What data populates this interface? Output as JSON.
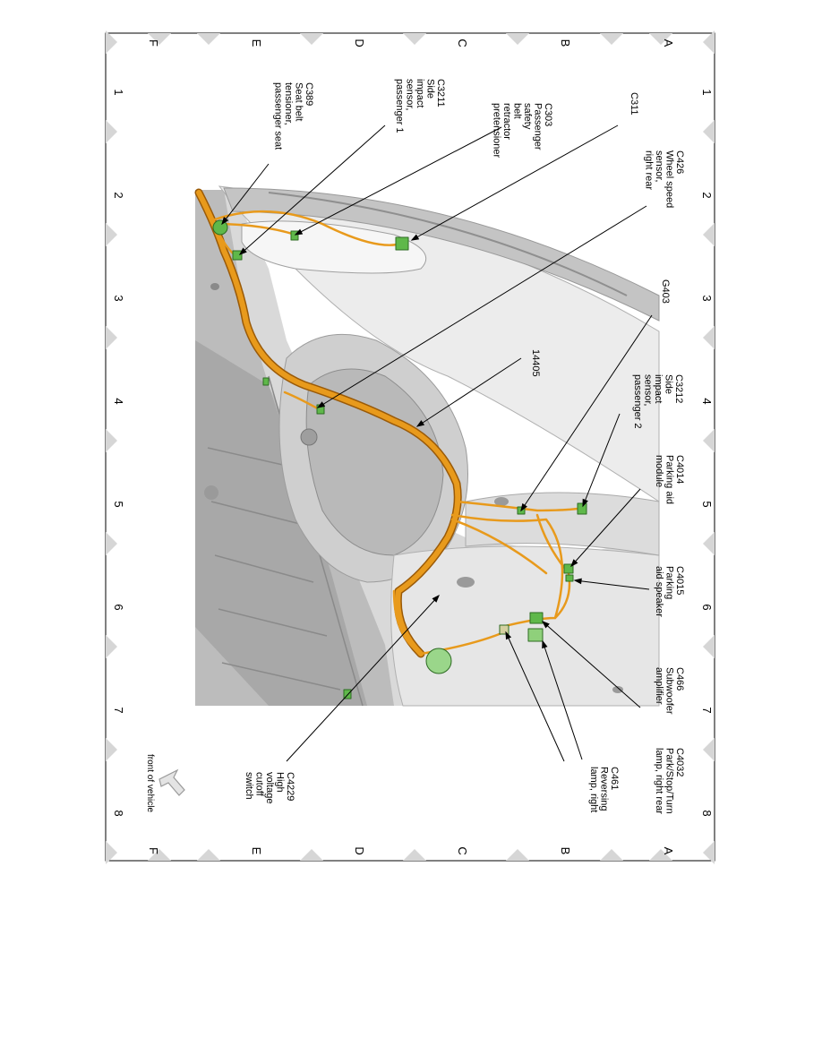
{
  "grid": {
    "letters": [
      "A",
      "B",
      "C",
      "D",
      "E",
      "F"
    ],
    "numbers": [
      "1",
      "2",
      "3",
      "4",
      "5",
      "6",
      "7",
      "8"
    ]
  },
  "components": [
    {
      "id": "c311",
      "lines": [
        "C311"
      ]
    },
    {
      "id": "c426",
      "lines": [
        "C426",
        "Wheel speed",
        "sensor,",
        "right rear"
      ]
    },
    {
      "id": "c303",
      "lines": [
        "C303",
        "Passenger",
        "safety",
        "belt",
        "retractor",
        "pretensioner"
      ]
    },
    {
      "id": "c3211",
      "lines": [
        "C3211",
        "Side",
        "impact",
        "sensor,",
        "passenger 1"
      ]
    },
    {
      "id": "c389",
      "lines": [
        "C389",
        "Seat belt",
        "tensioner,",
        "passenger seat"
      ]
    },
    {
      "id": "g403",
      "lines": [
        "G403"
      ]
    },
    {
      "id": "h14405",
      "lines": [
        "14405"
      ]
    },
    {
      "id": "c3212",
      "lines": [
        "C3212",
        "Side",
        "impact",
        "sensor,",
        "passenger 2"
      ]
    },
    {
      "id": "c4014",
      "lines": [
        "C4014",
        "Parking aid",
        "module"
      ]
    },
    {
      "id": "c4015",
      "lines": [
        "C4015",
        "Parking",
        "aid speaker"
      ]
    },
    {
      "id": "c466",
      "lines": [
        "C466",
        "Subwoofer",
        "amplifier"
      ]
    },
    {
      "id": "c4032",
      "lines": [
        "C4032",
        "Park/Stop/Turn",
        "lamp, right rear"
      ]
    },
    {
      "id": "c461",
      "lines": [
        "C461",
        "Reversing",
        "lamp, right"
      ]
    },
    {
      "id": "c4229",
      "lines": [
        "C4229",
        "High",
        "voltage",
        "cutoff",
        "switch"
      ]
    }
  ],
  "orientation": {
    "label": "front of vehicle"
  },
  "colors": {
    "harness": "#e89a1c",
    "harness_edge": "#9a5a08",
    "connector": "#5fb84a",
    "body_light": "#eeeeee",
    "body_mid": "#d2d2d2",
    "body_dark": "#a9a9a9",
    "frame": "#000000",
    "tab": "#d6d6d6"
  }
}
